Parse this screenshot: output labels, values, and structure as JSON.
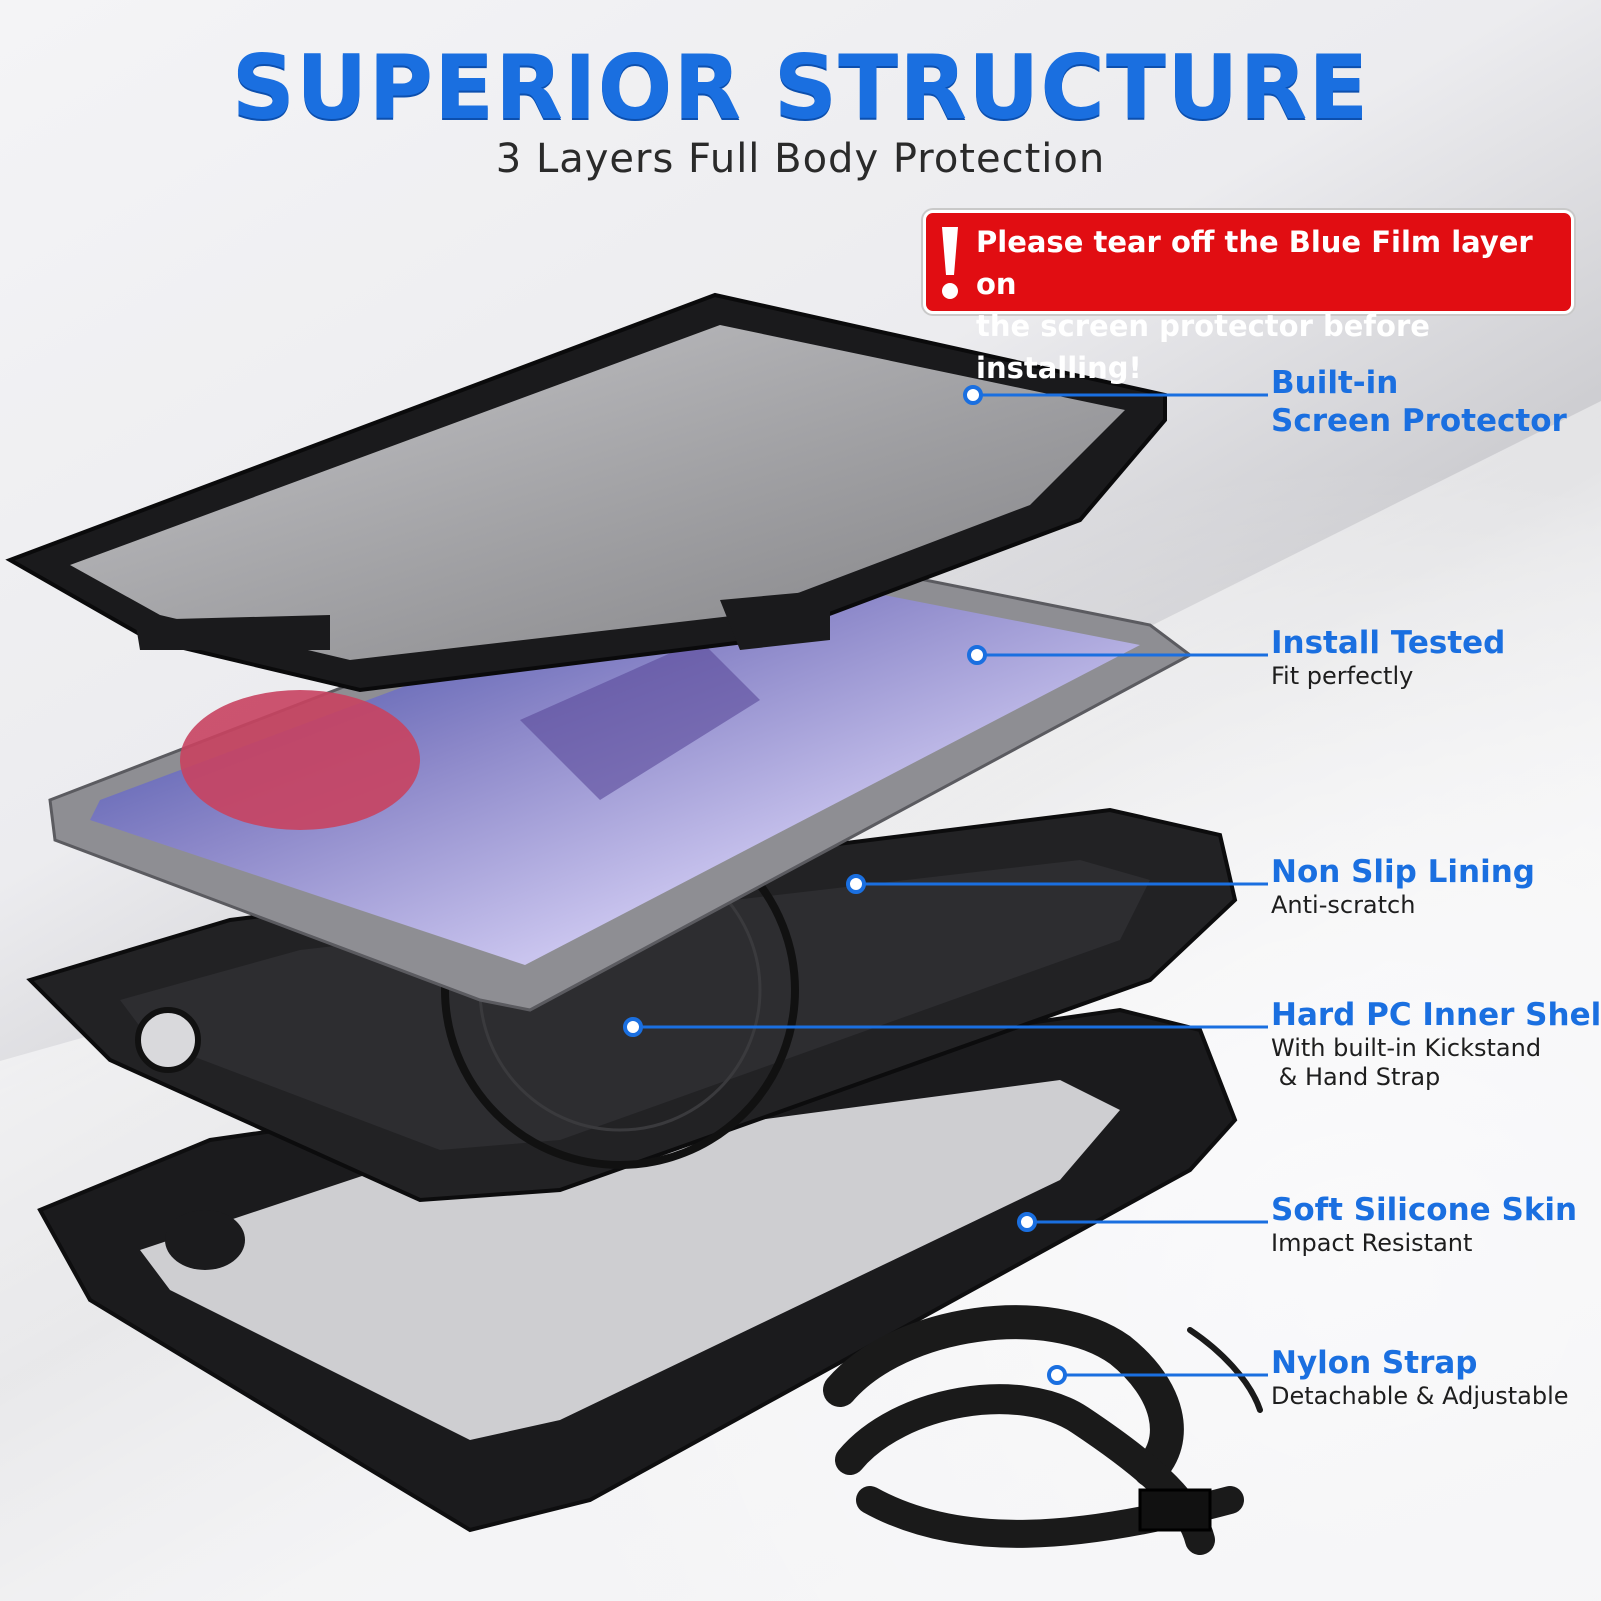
{
  "header": {
    "title": "SUPERIOR STRUCTURE",
    "subtitle": "3 Layers Full Body Protection"
  },
  "warning": {
    "line1": "Please tear off the Blue Film layer on",
    "line2": "the screen protector before installing!"
  },
  "features": [
    {
      "title_line1": "Built-in",
      "title_line2": "Screen Protector"
    },
    {
      "title": "Install Tested",
      "desc": "Fit perfectly"
    },
    {
      "title": "Non Slip Lining",
      "desc": "Anti-scratch"
    },
    {
      "title": "Hard PC Inner Shell",
      "desc_line1": "With built-in Kickstand",
      "desc_line2": " & Hand Strap"
    },
    {
      "title": "Soft Silicone Skin",
      "desc": "Impact Resistant"
    },
    {
      "title": "Nylon Strap",
      "desc": "Detachable & Adjustable"
    }
  ],
  "colors": {
    "accent": "#1a6fe0",
    "warning_bg": "#e10d12",
    "case": "#1c1c1e"
  }
}
